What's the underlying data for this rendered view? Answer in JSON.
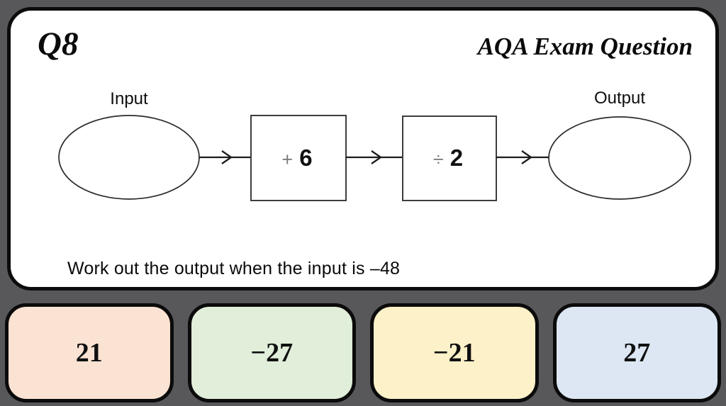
{
  "page": {
    "background_color": "#58585a"
  },
  "card": {
    "question_number": "Q8",
    "source_label": "AQA Exam Question",
    "prompt": "Work out the output when the input is –48"
  },
  "machine": {
    "input_label": "Input",
    "output_label": "Output",
    "steps": [
      {
        "operator": "+",
        "operand": "6"
      },
      {
        "operator": "÷",
        "operand": "2"
      }
    ]
  },
  "answers": [
    {
      "label": "21",
      "color": "#fbe3d3"
    },
    {
      "label": "−27",
      "color": "#e0eeda"
    },
    {
      "label": "−21",
      "color": "#fdf1c9"
    },
    {
      "label": "27",
      "color": "#dce7f3"
    }
  ]
}
